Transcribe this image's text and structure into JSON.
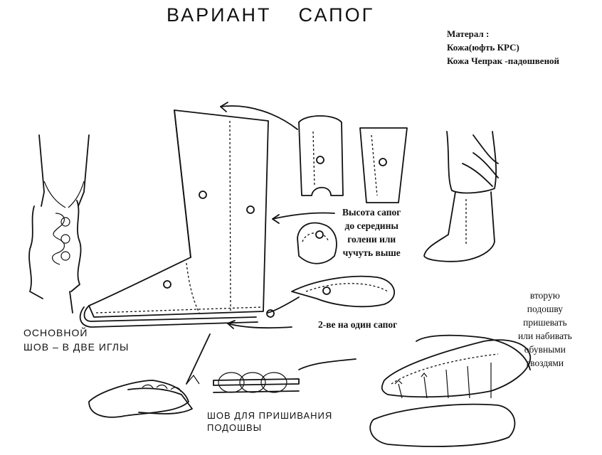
{
  "title": {
    "word1": "ВАРИАНТ",
    "word2": "САПОГ"
  },
  "material": {
    "heading": "Матерал :",
    "line1": "Кожа(юфть КРС)",
    "line2": "Кожа Чепрак -падошвеной"
  },
  "height_note": {
    "line1": "Высота сапог",
    "line2": "до середины",
    "line3": "голени или",
    "line4": "чучуть выше"
  },
  "sole_count": "2-ве на один сапог",
  "sole_note": {
    "line1": "вторую",
    "line2": "подошву",
    "line3": "пришевать",
    "line4": "или набивать",
    "line5": "обувными",
    "line6": "гвоздями"
  },
  "main_seam": {
    "line1": "ОСНОВНОЙ",
    "line2": "ШОВ – В ДВЕ ИГЛЫ"
  },
  "sole_seam": {
    "line1": "ШОВ ДЛЯ ПРИШИВАНИЯ",
    "line2": "ПОДОШВЫ"
  },
  "colors": {
    "ink": "#111111",
    "paper": "#ffffff"
  }
}
